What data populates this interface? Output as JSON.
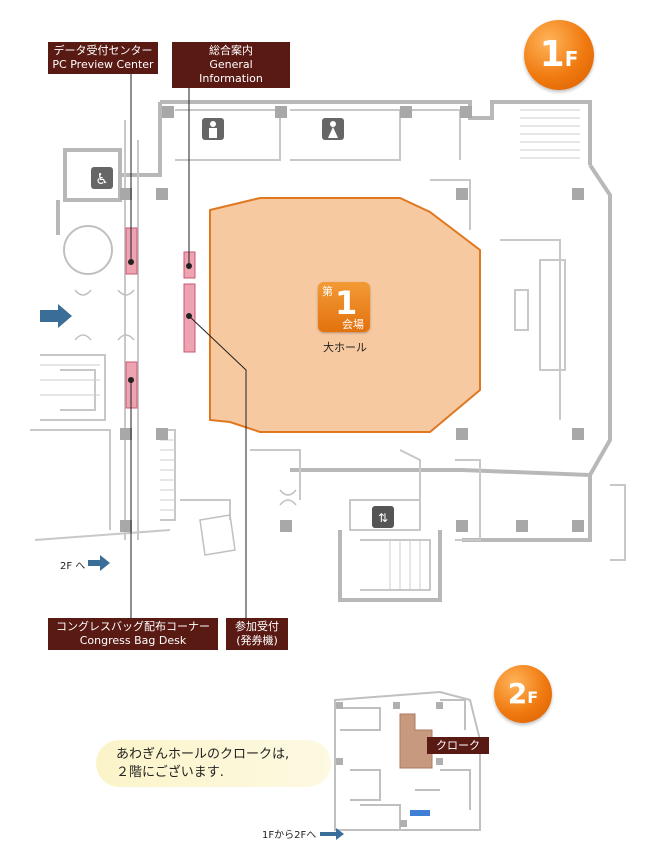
{
  "badges": {
    "floor1": {
      "num": "1",
      "unit": "F"
    },
    "floor2": {
      "num": "2",
      "unit": "F"
    }
  },
  "labels": {
    "data_center": {
      "jp": "データ受付センター",
      "en": "PC Preview Center"
    },
    "general_info": {
      "jp": "総合案内",
      "en": "General Information"
    },
    "bag_desk": {
      "jp": "コングレスバッグ配布コーナー",
      "en": "Congress Bag Desk"
    },
    "registration": {
      "jp": "参加受付",
      "en": "(発券機)"
    }
  },
  "hall": {
    "dai": "第",
    "number": "1",
    "kaijo": "会場",
    "name": "大ホール"
  },
  "arrows": {
    "to_2f": "2F へ",
    "from_1f_to_2f": "1Fから2Fへ"
  },
  "note": {
    "line1": "あわぎんホールのクロークは,",
    "line2": "２階にございます."
  },
  "cloak": {
    "label": "クローク"
  },
  "colors": {
    "hall_fill": "#f7c9a0",
    "hall_stroke": "#e07820",
    "label_bg": "#5a1a14",
    "booth_pink": "#eea3b2",
    "floor_badge": "#f07a10",
    "cloak_fill": "#c79a80",
    "stair_blue": "#3f7fd6"
  },
  "icons": [
    "wheelchair-icon",
    "restroom-icon",
    "elevator-icon",
    "entrance-arrow-icon"
  ]
}
